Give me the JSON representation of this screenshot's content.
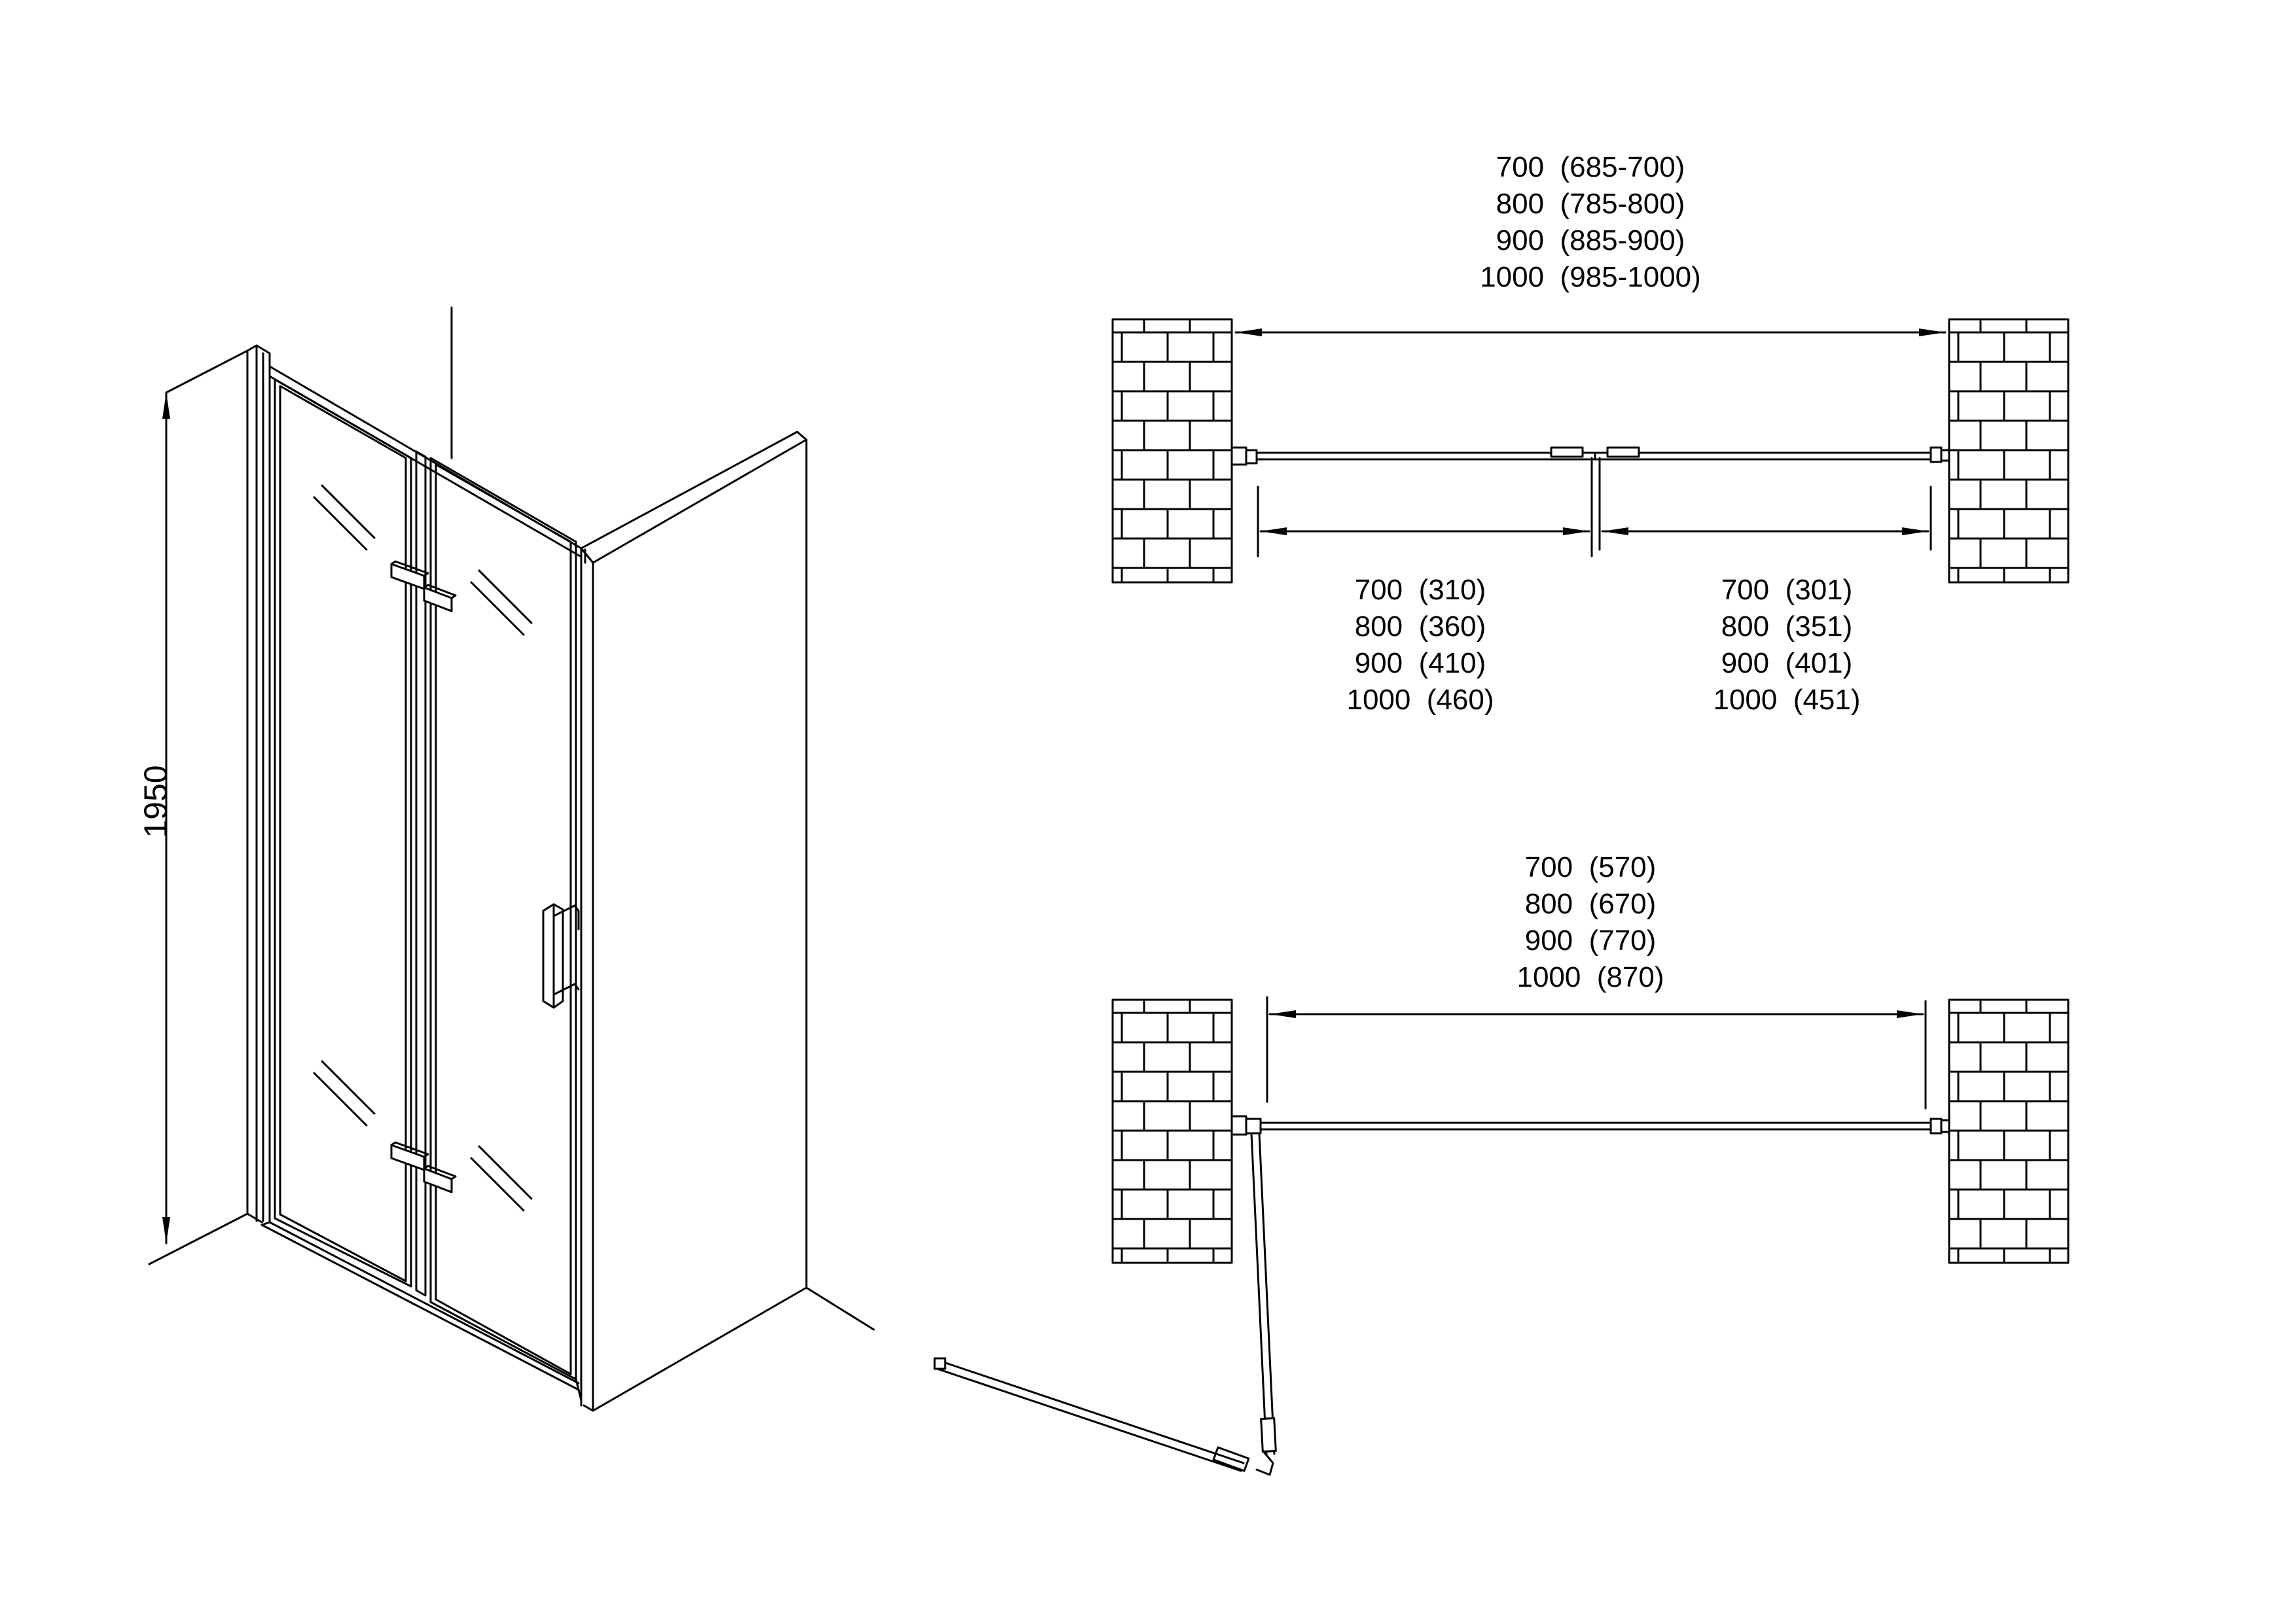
{
  "height_label": "1950",
  "top_plan": {
    "overall_widths": [
      "700  (685-700)",
      "800  (785-800)",
      "900  (885-900)",
      "1000  (985-1000)"
    ],
    "left_panel_widths": [
      "700  (310)",
      "800  (360)",
      "900  (410)",
      "1000  (460)"
    ],
    "right_panel_widths": [
      "700  (301)",
      "800  (351)",
      "900  (401)",
      "1000  (451)"
    ]
  },
  "bottom_plan": {
    "opening_widths": [
      "700  (570)",
      "800  (670)",
      "900  (770)",
      "1000  (870)"
    ]
  },
  "colors": {
    "line": "#000000",
    "background": "#ffffff"
  }
}
